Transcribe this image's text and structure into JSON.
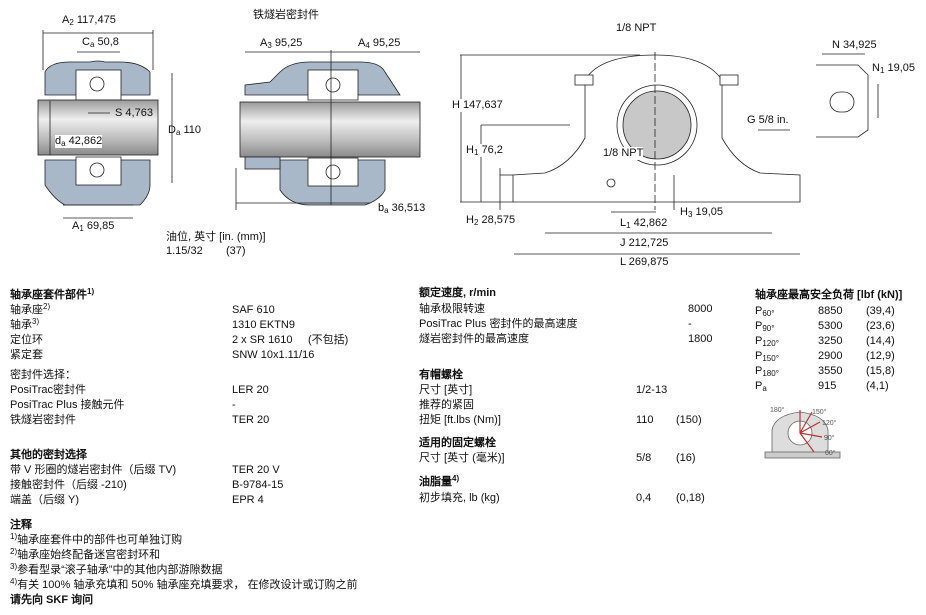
{
  "drawing": {
    "ferrite_seal_title": "铁燧岩密封件",
    "dims": {
      "A2": {
        "sym": "A",
        "sub": "2",
        "val": "117,475"
      },
      "Ca": {
        "sym": "C",
        "sub": "a",
        "val": "50,8"
      },
      "S": {
        "sym": "S",
        "sub": "",
        "val": "4,763"
      },
      "Da": {
        "sym": "D",
        "sub": "a",
        "val": "110"
      },
      "da": {
        "sym": "d",
        "sub": "a",
        "val": "42,862"
      },
      "A1": {
        "sym": "A",
        "sub": "1",
        "val": "69,85"
      },
      "A3": {
        "sym": "A",
        "sub": "3",
        "val": "95,25"
      },
      "A4": {
        "sym": "A",
        "sub": "4",
        "val": "95,25"
      },
      "ba": {
        "sym": "b",
        "sub": "a",
        "val": "36,513"
      },
      "H": {
        "sym": "H",
        "sub": "",
        "val": "147,637"
      },
      "H1": {
        "sym": "H",
        "sub": "1",
        "val": "76,2"
      },
      "H2": {
        "sym": "H",
        "sub": "2",
        "val": "28,575"
      },
      "H3": {
        "sym": "H",
        "sub": "3",
        "val": "19,05"
      },
      "L1": {
        "sym": "L",
        "sub": "1",
        "val": "42,862"
      },
      "J": {
        "sym": "J",
        "sub": "",
        "val": "212,725"
      },
      "L": {
        "sym": "L",
        "sub": "",
        "val": "269,875"
      },
      "G": {
        "sym": "G",
        "sub": "",
        "val": "5/8 in."
      },
      "N": {
        "sym": "N",
        "sub": "",
        "val": "34,925"
      },
      "N1": {
        "sym": "N",
        "sub": "1",
        "val": "19,05"
      }
    },
    "npt_top": "1/8 NPT",
    "npt_bottom": "1/8 NPT",
    "oil_level_label": "油位, 英寸 [in. (mm)]",
    "oil_level_in": "1.15/32",
    "oil_level_mm": "(37)"
  },
  "kit": {
    "title": "轴承座套件部件",
    "title_note": "1)",
    "rows": [
      {
        "label": "轴承座",
        "note": "2)",
        "value": "SAF 610",
        "extra": ""
      },
      {
        "label": "轴承",
        "note": "3)",
        "value": "1310 EKTN9",
        "extra": ""
      },
      {
        "label": "定位环",
        "note": "",
        "value": "2 x SR 1610",
        "extra": "(不包括)"
      },
      {
        "label": "紧定套",
        "note": "",
        "value": "SNW 10x1.11/16",
        "extra": ""
      }
    ]
  },
  "seal_select": {
    "title": "密封件选择：",
    "rows": [
      {
        "label": "PosiTrac密封件",
        "value": "LER 20"
      },
      {
        "label": "PosiTrac Plus 接触元件",
        "value": "-"
      },
      {
        "label": "铁燧岩密封件",
        "value": "TER 20"
      }
    ]
  },
  "other_seals": {
    "title": "其他的密封选择",
    "rows": [
      {
        "label": "带 V 形圈的燧岩密封件（后缀 TV)",
        "value": "TER 20 V"
      },
      {
        "label": "接触密封件（后缀 -210)",
        "value": "B-9784-15"
      },
      {
        "label": "端盖（后缀 Y)",
        "value": "EPR 4"
      }
    ]
  },
  "notes": {
    "title": "注释",
    "items": [
      {
        "num": "1)",
        "text": "轴承座套件中的部件也可单独订购"
      },
      {
        "num": "2)",
        "text": "轴承座始终配备迷宫密封环和"
      },
      {
        "num": "3)",
        "text": "参看型录“滚子轴承”中的其他内部游隙数据"
      },
      {
        "num": "4)",
        "text": "有关 100% 轴承充填和 50% 轴承座充填要求， 在修改设计或订购之前"
      }
    ],
    "footer": "请先向 SKF 询问"
  },
  "speed": {
    "title": "额定速度, r/min",
    "rows": [
      {
        "label": "轴承极限转速",
        "value": "8000"
      },
      {
        "label": "PosiTrac Plus 密封件的最高速度",
        "value": "-"
      },
      {
        "label": "燧岩密封件的最高速度",
        "value": "1800"
      }
    ]
  },
  "cap_bolts": {
    "title": "有帽螺栓",
    "size_label": "尺寸 [英寸]",
    "size_value": "1/2-13",
    "torque_label1": "推荐的紧固",
    "torque_label2": "扭矩 [ft.lbs (Nm)]",
    "torque_value": "110",
    "torque_metric": "(150)"
  },
  "fix_bolts": {
    "title": "适用的固定螺栓",
    "size_label": "尺寸 [英寸 (毫米)]",
    "size_value": "5/8",
    "size_metric": "(16)"
  },
  "grease": {
    "title": "油脂量",
    "title_note": "4)",
    "label": "初步填充, lb (kg)",
    "value": "0,4",
    "metric": "(0,18)"
  },
  "loads": {
    "title": "轴承座最高安全负荷 [lbf (kN)]",
    "rows": [
      {
        "sym": "P",
        "sub": "60°",
        "value": "8850",
        "metric": "(39,4)"
      },
      {
        "sym": "P",
        "sub": "90°",
        "value": "5300",
        "metric": "(23,6)"
      },
      {
        "sym": "P",
        "sub": "120°",
        "value": "3250",
        "metric": "(14,4)"
      },
      {
        "sym": "P",
        "sub": "150°",
        "value": "2900",
        "metric": "(12,9)"
      },
      {
        "sym": "P",
        "sub": "180°",
        "value": "3550",
        "metric": "(15,8)"
      },
      {
        "sym": "P",
        "sub": "a",
        "value": "915",
        "metric": "(4,1)"
      }
    ],
    "angles": [
      "180°",
      "150°",
      "120°",
      "90°",
      "60°"
    ]
  },
  "colors": {
    "housing": "#a9b8c8",
    "shaft": "#c8c8c8",
    "line": "#222222"
  }
}
